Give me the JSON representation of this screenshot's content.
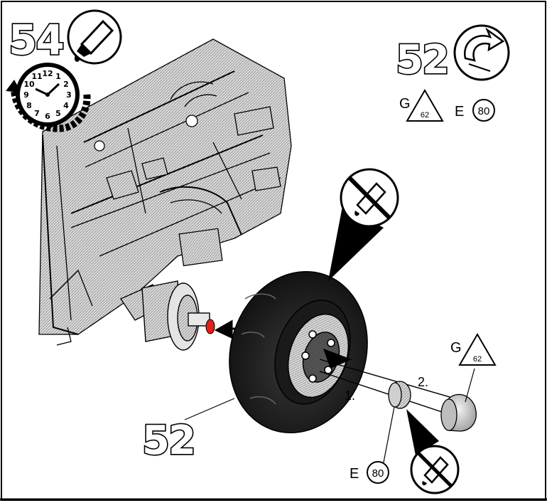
{
  "steps": {
    "main": "54",
    "sub": "52",
    "part": "52"
  },
  "clock": {
    "numbers": [
      "12",
      "1",
      "2",
      "3",
      "4",
      "5",
      "6",
      "7",
      "8",
      "9",
      "10",
      "11"
    ]
  },
  "paints": {
    "top_g_letter": "G",
    "top_g_code": "62",
    "top_e_letter": "E",
    "top_e_code": "80",
    "cap_g_letter": "G",
    "cap_g_code": "62",
    "hub_e_letter": "E",
    "hub_e_code": "80"
  },
  "sequence": {
    "first": "1.",
    "second": "2."
  },
  "icons": [
    "glue-tube-icon",
    "clock-icon",
    "rotate-arrow-icon",
    "no-glue-icon"
  ],
  "colors": {
    "ink": "#000000",
    "paper": "#ffffff",
    "shade": "#c8c8c8",
    "marker": "#e0201a"
  }
}
